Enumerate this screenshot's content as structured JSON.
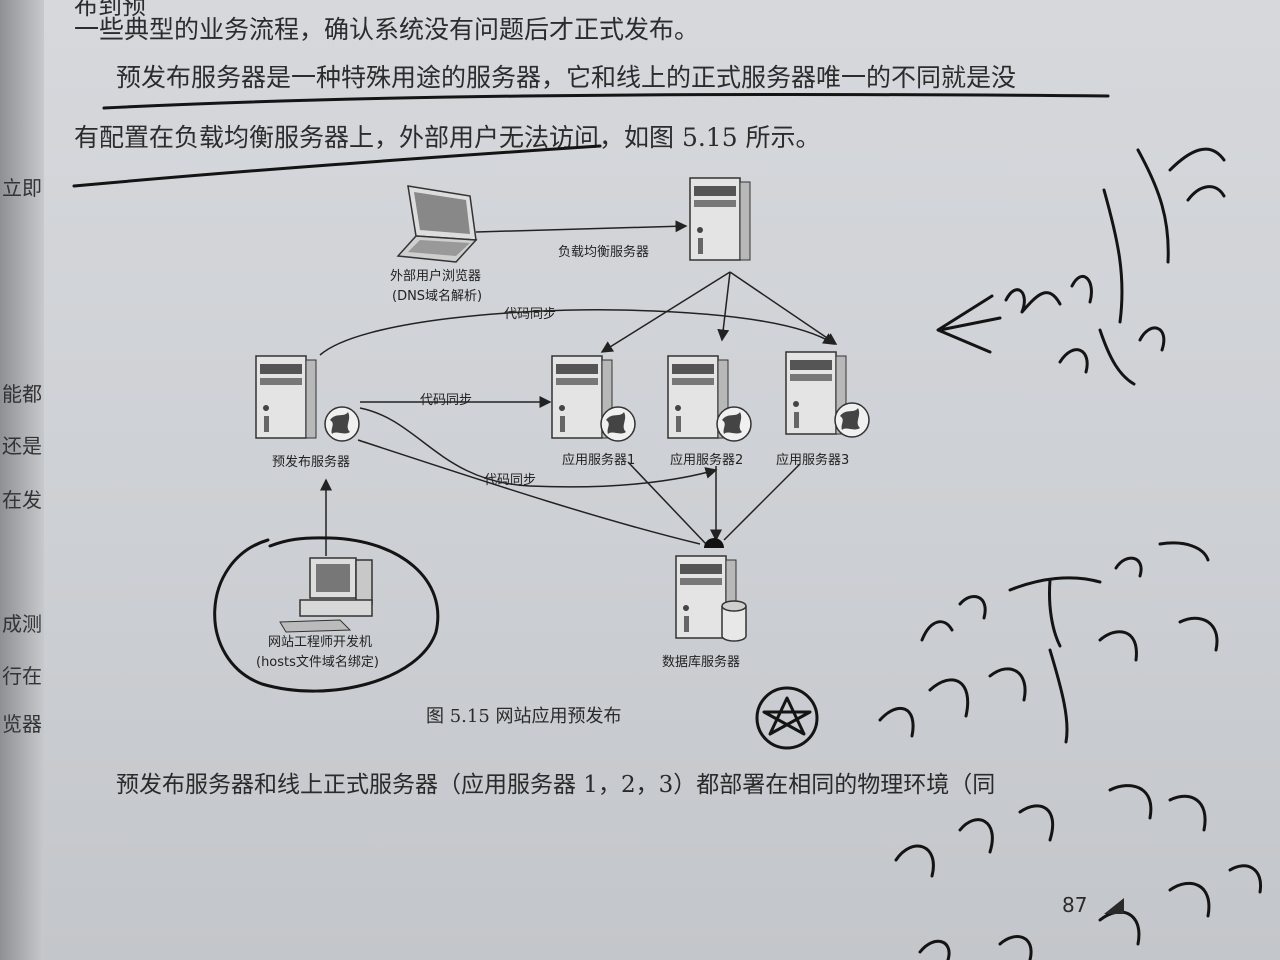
{
  "margin_fragments": [
    "立即",
    "能都",
    "还是",
    "在发",
    "成测",
    "行在",
    "览器"
  ],
  "text_lines": {
    "line0": "布到预",
    "line1": "一些典型的业务流程，确认系统没有问题后才正式发布。",
    "line2": "预发布服务器是一种特殊用途的服务器，它和线上的正式服务器唯一的不同就是没",
    "line3": "有配置在负载均衡服务器上，外部用户无法访问，如图 5.15 所示。"
  },
  "diagram": {
    "user_browser": "外部用户浏览器",
    "dns": "(DNS域名解析)",
    "load_balancer": "负载均衡服务器",
    "sync_top": "代码同步",
    "sync_mid": "代码同步",
    "sync_low": "代码同步",
    "prerelease": "预发布服务器",
    "app1": "应用服务器1",
    "app2": "应用服务器2",
    "app3": "应用服务器3",
    "dev_machine": "网站工程师开发机",
    "hosts": "(hosts文件域名绑定)",
    "db": "数据库服务器"
  },
  "caption": "图 5.15    网站应用预发布",
  "body_text": "预发布服务器和线上正式服务器（应用服务器 1，2，3）都部署在相同的物理环境（同",
  "page_number": "87",
  "icons": [
    "laptop-icon",
    "server-icon",
    "globe-icon",
    "desktop-computer-icon",
    "database-icon"
  ]
}
